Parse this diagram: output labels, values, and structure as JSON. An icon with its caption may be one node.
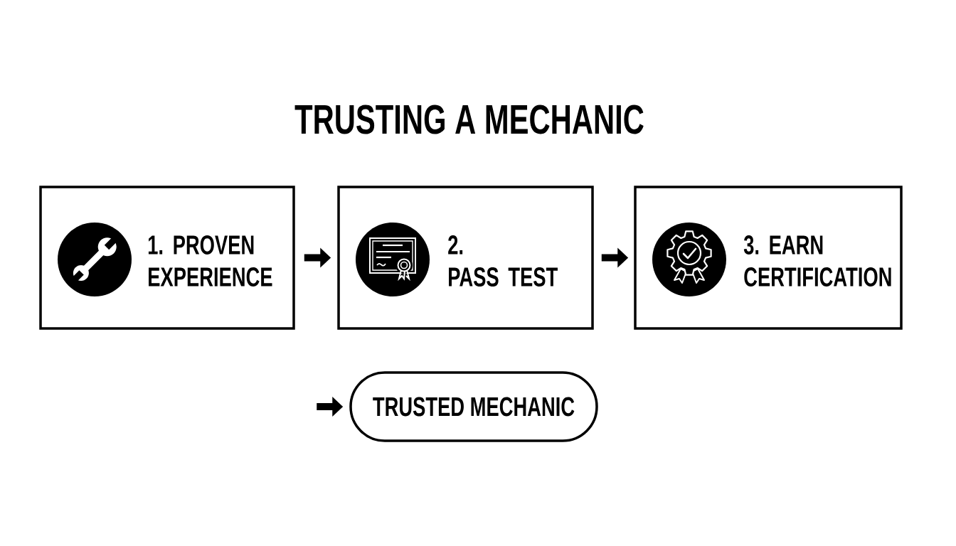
{
  "diagram": {
    "title": "TRUSTING A MECHANIC",
    "nodes": [
      {
        "text": [
          "1. PROVEN EXPERIENCE"
        ]
      },
      {
        "text": [
          "2. PASS TEST"
        ]
      },
      {
        "text": [
          "3. EARN CERTIFICATION"
        ]
      },
      {
        "text": [
          "TRUSTED MECHANIC"
        ]
      }
    ],
    "edges": [
      {
        "from": 0,
        "to": 1,
        "arrow": "to"
      },
      {
        "from": 1,
        "to": 2,
        "arrow": "to"
      },
      {
        "from": null,
        "to": 3,
        "arrow": "to"
      }
    ]
  }
}
